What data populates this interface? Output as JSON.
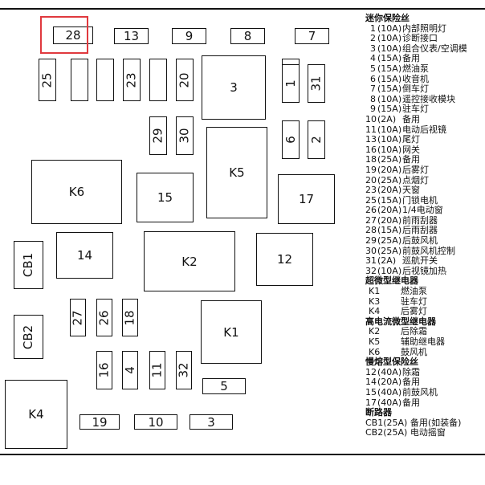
{
  "diagram": {
    "boxes": [
      {
        "id": "f28",
        "label": "28"
      },
      {
        "id": "f13",
        "label": "13"
      },
      {
        "id": "f9",
        "label": "9"
      },
      {
        "id": "f8",
        "label": "8"
      },
      {
        "id": "f7",
        "label": "7"
      },
      {
        "id": "f25",
        "label": "25"
      },
      {
        "id": "blank1",
        "label": ""
      },
      {
        "id": "blank2",
        "label": ""
      },
      {
        "id": "f23",
        "label": "23"
      },
      {
        "id": "blank3",
        "label": ""
      },
      {
        "id": "f20",
        "label": "20"
      },
      {
        "id": "f3a",
        "label": "3"
      },
      {
        "id": "blank4",
        "label": ""
      },
      {
        "id": "f1",
        "label": "1"
      },
      {
        "id": "f31",
        "label": "31"
      },
      {
        "id": "f29",
        "label": "29"
      },
      {
        "id": "f30",
        "label": "30"
      },
      {
        "id": "f6",
        "label": "6"
      },
      {
        "id": "f2",
        "label": "2"
      },
      {
        "id": "k5",
        "label": "K5"
      },
      {
        "id": "k6",
        "label": "K6"
      },
      {
        "id": "f15",
        "label": "15"
      },
      {
        "id": "f17",
        "label": "17"
      },
      {
        "id": "cb1",
        "label": "CB1"
      },
      {
        "id": "f14",
        "label": "14"
      },
      {
        "id": "k2",
        "label": "K2"
      },
      {
        "id": "f12",
        "label": "12"
      },
      {
        "id": "f27",
        "label": "27"
      },
      {
        "id": "f26",
        "label": "26"
      },
      {
        "id": "f18",
        "label": "18"
      },
      {
        "id": "k1",
        "label": "K1"
      },
      {
        "id": "cb2",
        "label": "CB2"
      },
      {
        "id": "f16",
        "label": "16"
      },
      {
        "id": "f4",
        "label": "4"
      },
      {
        "id": "f11",
        "label": "11"
      },
      {
        "id": "f32",
        "label": "32"
      },
      {
        "id": "f5",
        "label": "5"
      },
      {
        "id": "k4",
        "label": "K4"
      },
      {
        "id": "f19",
        "label": "19"
      },
      {
        "id": "f10",
        "label": "10"
      },
      {
        "id": "f3b",
        "label": "3"
      }
    ]
  },
  "legend": {
    "mini_title": "迷你保险丝",
    "mini": [
      {
        "num": "1",
        "amp": "(10A)",
        "desc": "内部照明灯"
      },
      {
        "num": "2",
        "amp": "(10A)",
        "desc": "诊断接口"
      },
      {
        "num": "3",
        "amp": "(10A)",
        "desc": "组合仪表/空调模"
      },
      {
        "num": "4",
        "amp": "(15A)",
        "desc": "备用"
      },
      {
        "num": "5",
        "amp": "(15A)",
        "desc": "燃油泵"
      },
      {
        "num": "6",
        "amp": "(15A)",
        "desc": "收音机"
      },
      {
        "num": "7",
        "amp": "(15A)",
        "desc": "倒车灯"
      },
      {
        "num": "8",
        "amp": "(10A)",
        "desc": "遥控接收模块"
      },
      {
        "num": "9",
        "amp": "(15A)",
        "desc": "驻车灯"
      },
      {
        "num": "10",
        "amp": "(2A)",
        "desc": "备用"
      },
      {
        "num": "11",
        "amp": "(10A)",
        "desc": "电动后视镜"
      },
      {
        "num": "13",
        "amp": "(10A)",
        "desc": "尾灯"
      },
      {
        "num": "16",
        "amp": "(10A)",
        "desc": "网关"
      },
      {
        "num": "18",
        "amp": "(25A)",
        "desc": "备用"
      },
      {
        "num": "19",
        "amp": "(20A)",
        "desc": "后雾灯"
      },
      {
        "num": "20",
        "amp": "(25A)",
        "desc": "点烟灯"
      },
      {
        "num": "23",
        "amp": "(20A)",
        "desc": "天窗"
      },
      {
        "num": "25",
        "amp": "(15A)",
        "desc": "门锁电机"
      },
      {
        "num": "26",
        "amp": "(20A)",
        "desc": "1/4电动窗"
      },
      {
        "num": "27",
        "amp": "(20A)",
        "desc": "前雨刮器"
      },
      {
        "num": "28",
        "amp": "(15A)",
        "desc": "后雨刮器"
      },
      {
        "num": "29",
        "amp": "(25A)",
        "desc": "后鼓风机"
      },
      {
        "num": "30",
        "amp": "(25A)",
        "desc": "前鼓风机控制"
      },
      {
        "num": "31",
        "amp": "(2A)",
        "desc": "巡航开关"
      },
      {
        "num": "32",
        "amp": "(10A)",
        "desc": "后视镜加热"
      }
    ],
    "ultra_title": "超微型继电器",
    "ultra": [
      {
        "code": "K1",
        "desc": "燃油泵"
      },
      {
        "code": "K3",
        "desc": "驻车灯"
      },
      {
        "code": "K4",
        "desc": "后雾灯"
      }
    ],
    "high_title": "高电流微型继电器",
    "high": [
      {
        "code": "K2",
        "desc": "后除霜"
      },
      {
        "code": "K5",
        "desc": "辅助继电器"
      },
      {
        "code": "K6",
        "desc": "鼓风机"
      }
    ],
    "slow_title": "慢熔型保险丝",
    "slow": [
      {
        "num": "12",
        "amp": "(40A)",
        "desc": "除霜"
      },
      {
        "num": "14",
        "amp": "(20A)",
        "desc": "备用"
      },
      {
        "num": "15",
        "amp": "(40A)",
        "desc": "前鼓风机"
      },
      {
        "num": "17",
        "amp": "(40A)",
        "desc": "备用"
      }
    ],
    "breaker_title": "断路器",
    "breakers": [
      {
        "code": "CB1(25A)",
        "desc": "备用(如装备)"
      },
      {
        "code": "CB2(25A)",
        "desc": "电动摇窗"
      }
    ]
  }
}
